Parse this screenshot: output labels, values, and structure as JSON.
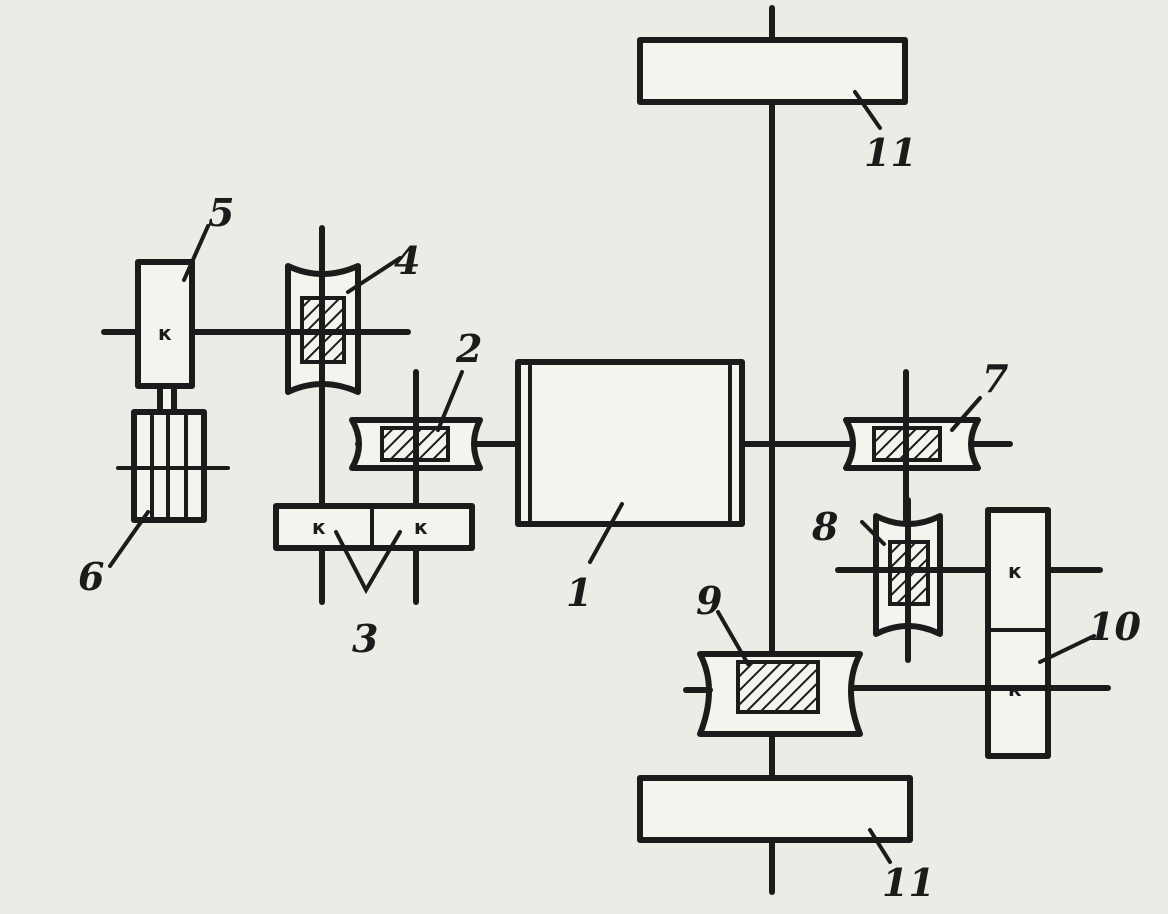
{
  "labels": {
    "n1": "1",
    "n2": "2",
    "n3": "3",
    "n4": "4",
    "n5": "5",
    "n6": "6",
    "n7": "7",
    "n8": "8",
    "n9": "9",
    "n10": "10",
    "n11_top": "11",
    "n11_bottom": "11"
  },
  "clutch_marks": {
    "m5": "к",
    "m3a": "к",
    "m3b": "к",
    "m10a": "к",
    "m10b": "к"
  }
}
